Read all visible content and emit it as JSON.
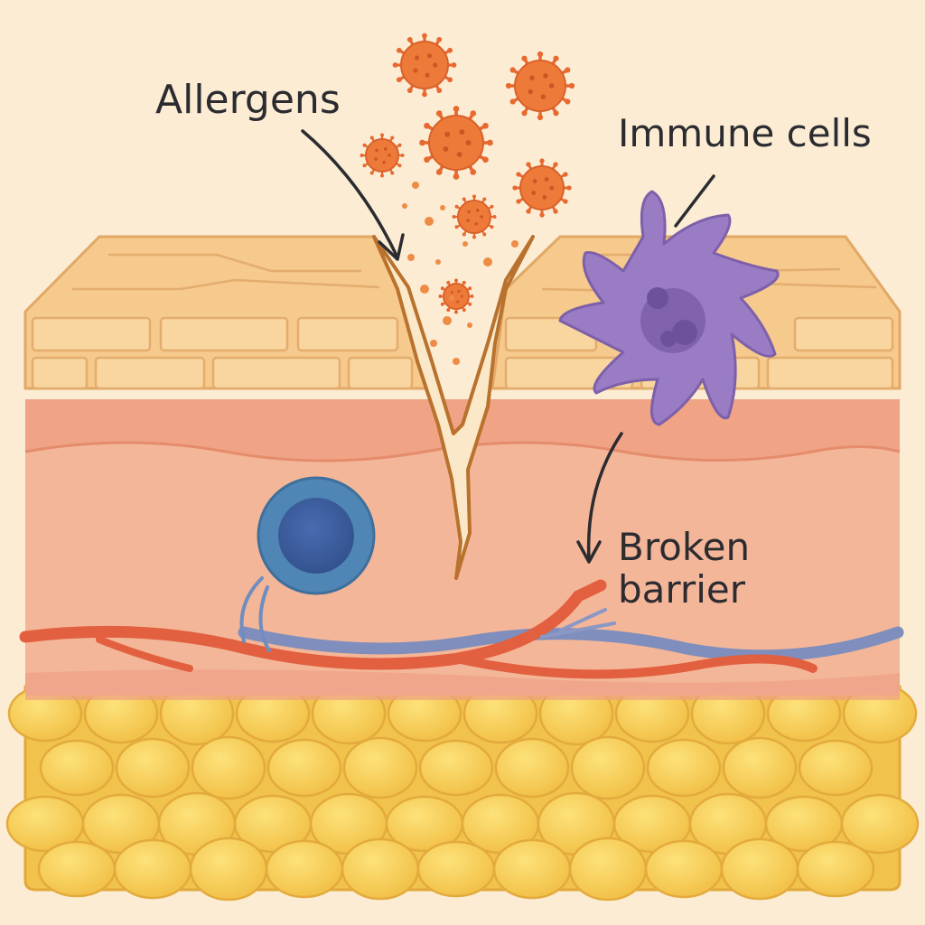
{
  "labels": {
    "allergens": "Allergens",
    "immune_cells": "Immune cells",
    "broken_barrier_line1": "Broken",
    "broken_barrier_line2": "barrier"
  },
  "colors": {
    "background": "#fbecd3",
    "stratum_corneum": "#f6c98c",
    "epidermis": "#f2a98a",
    "dermis": "#f3b89a",
    "fat_tissue": "#f2c14e",
    "allergen": "#ee7a3a",
    "immune_cell": "#9a7cc4",
    "t_cell": "#4f86b5",
    "artery": "#e2603f",
    "vein": "#7f8ebd",
    "crack": "#b9722e",
    "arrow": "#2b2b30"
  },
  "icons": [
    "allergen-particle-icon",
    "immune-cell-icon",
    "lymphocyte-icon",
    "blood-vessel-icon",
    "fat-cell-icon"
  ]
}
